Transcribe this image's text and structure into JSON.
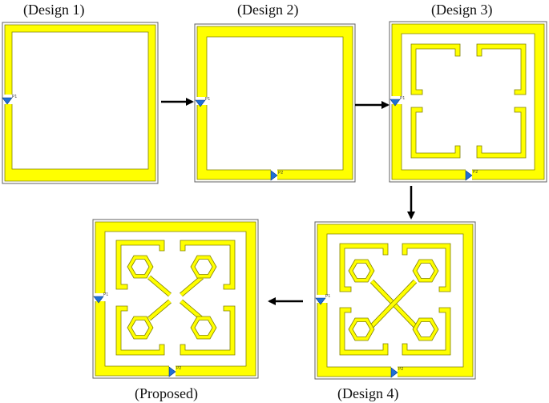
{
  "captions": {
    "design1": "(Design 1)",
    "design2": "(Design 2)",
    "design3": "(Design 3)",
    "design4": "(Design 4)",
    "proposed": "(Proposed)"
  },
  "port_labels": {
    "p1": "P1",
    "p2": "P2"
  },
  "colors": {
    "conductor": "#ffff00",
    "conductor_edge": "#808000",
    "port": "#1f6fd6",
    "substrate_edge": "#606060",
    "arrow": "#000000"
  }
}
